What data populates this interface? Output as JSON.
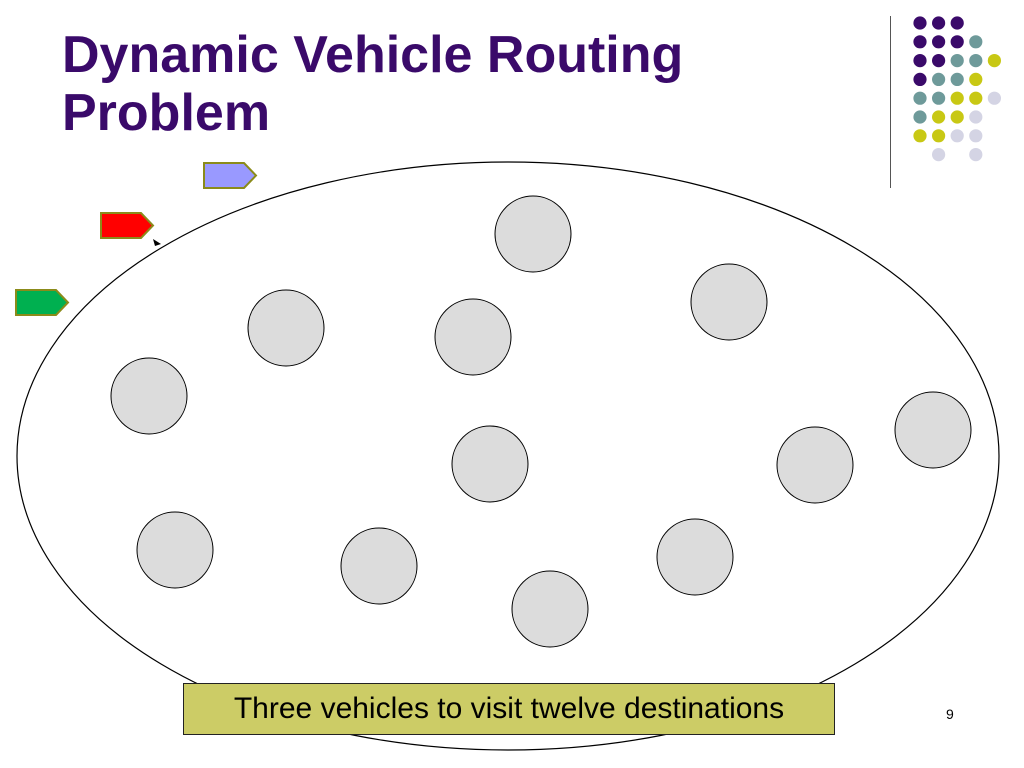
{
  "slide": {
    "title_line1": "Dynamic Vehicle Routing",
    "title_line2": "Problem",
    "caption": "Three vehicles to visit twelve destinations",
    "page_number": "9"
  },
  "colors": {
    "title": "#3a0a6a",
    "deco_purple": "#3a0a6a",
    "deco_teal": "#6e9a9a",
    "deco_yellow": "#c8c814",
    "deco_lavender": "#d4d4e4",
    "vehicle_blue": "#9999ff",
    "vehicle_red": "#ff0000",
    "vehicle_green": "#00b050",
    "vehicle_border": "#8b8b1a",
    "destination_fill": "#dcdcdc",
    "caption_fill": "#cccc66"
  },
  "diagram": {
    "vehicles": [
      {
        "name": "vehicle-blue",
        "color": "#9999ff"
      },
      {
        "name": "vehicle-red",
        "color": "#ff0000"
      },
      {
        "name": "vehicle-green",
        "color": "#00b050"
      }
    ],
    "destination_count": 12
  },
  "decor": {
    "grid": [
      [
        "purple",
        "purple",
        "purple",
        "",
        "",
        ""
      ],
      [
        "purple",
        "purple",
        "purple",
        "teal",
        "",
        ""
      ],
      [
        "purple",
        "purple",
        "teal",
        "teal",
        "yellow",
        ""
      ],
      [
        "purple",
        "teal",
        "teal",
        "yellow",
        "",
        ""
      ],
      [
        "teal",
        "teal",
        "yellow",
        "yellow",
        "lavender",
        ""
      ],
      [
        "teal",
        "yellow",
        "yellow",
        "lavender",
        "",
        ""
      ],
      [
        "yellow",
        "yellow",
        "lavender",
        "lavender",
        "",
        ""
      ],
      [
        "",
        "lavender",
        "",
        "lavender",
        "",
        ""
      ]
    ]
  }
}
